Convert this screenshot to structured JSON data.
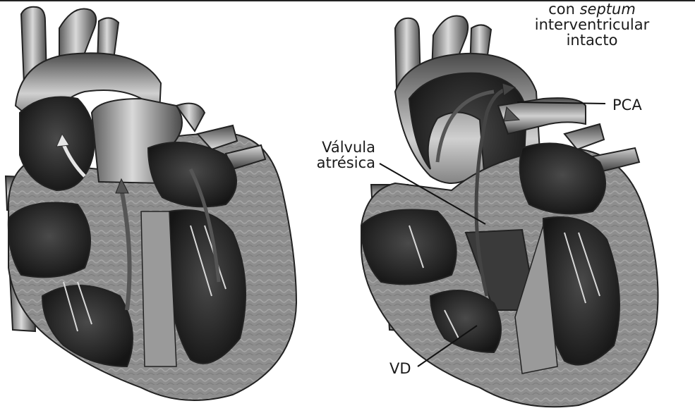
{
  "labels": {
    "caption_line1": "con",
    "caption_italic": "septum",
    "caption_line2": "interventricular",
    "caption_line3": "intacto",
    "pca": "PCA",
    "valve_line1": "Válvula",
    "valve_line2": "atrésica",
    "vd": "VD"
  },
  "colors": {
    "background": "#ffffff",
    "ink": "#1a1a1a",
    "tissue_dark": "#2b2b2b",
    "tissue_mid": "#6f6f6f",
    "tissue_light": "#c9c9c9",
    "myocardium": "#8d8d8d"
  }
}
